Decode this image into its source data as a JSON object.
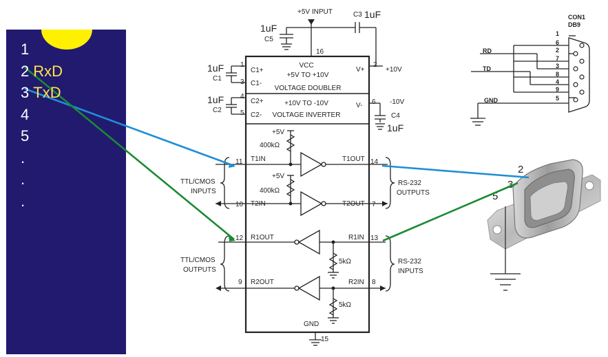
{
  "mcu_panel": {
    "pins": [
      {
        "num": "1",
        "signal": ""
      },
      {
        "num": "2",
        "signal": "RxD"
      },
      {
        "num": "3",
        "signal": "TxD"
      },
      {
        "num": "4",
        "signal": ""
      },
      {
        "num": "5",
        "signal": ""
      },
      {
        "num": ".",
        "signal": ""
      },
      {
        "num": ".",
        "signal": ""
      },
      {
        "num": ".",
        "signal": ""
      }
    ]
  },
  "ic": {
    "vcc_label": "VCC",
    "vcc_range": "+5V TO +10V",
    "doubler_label": "VOLTAGE DOUBLER",
    "inverter_range": "+10V TO -10V",
    "inverter_label": "VOLTAGE INVERTER",
    "gnd_label": "GND",
    "pins": {
      "p1": "1",
      "p2": "2",
      "p3": "3",
      "p4": "4",
      "p5": "5",
      "p6": "6",
      "p7": "7",
      "p8": "8",
      "p9": "9",
      "p10": "10",
      "p11": "11",
      "p12": "12",
      "p13": "13",
      "p14": "14",
      "p15": "15",
      "p16": "16"
    },
    "pin_names": {
      "c1p": "C1+",
      "c1m": "C1-",
      "c2p": "C2+",
      "c2m": "C2-",
      "vplus": "V+",
      "vminus": "V-",
      "t1in": "T1IN",
      "t2in": "T2IN",
      "t1out": "T1OUT",
      "t2out": "T2OUT",
      "r1out": "R1OUT",
      "r2out": "R2OUT",
      "r1in": "R1IN",
      "r2in": "R2IN"
    }
  },
  "power": {
    "input_label": "+5V INPUT",
    "v_plus_out": "+10V",
    "v_minus_out": "-10V",
    "pullup_1": "+5V",
    "pullup_2": "+5V",
    "pullup_r_1": "400kΩ",
    "pullup_r_2": "400kΩ",
    "pulldown_r_1": "5kΩ",
    "pulldown_r_2": "5kΩ"
  },
  "capacitors": {
    "c1": "C1",
    "c1_value": "1uF",
    "c2": "C2",
    "c2_value": "1uF",
    "c3": "C3",
    "c3_value": "1uF",
    "c4": "C4",
    "c4_value": "1uF",
    "c5": "C5",
    "c5_value": "1uF"
  },
  "side_labels": {
    "ttl_in_1": "TTL/CMOS",
    "ttl_in_2": "INPUTS",
    "ttl_out_1": "TTL/CMOS",
    "ttl_out_2": "OUTPUTS",
    "rs_out_1": "RS-232",
    "rs_out_2": "OUTPUTS",
    "rs_in_1": "RS-232",
    "rs_in_2": "INPUTS"
  },
  "db9": {
    "title_1": "CON1",
    "title_2": "DB9",
    "pins": [
      "1",
      "6",
      "2",
      "7",
      "3",
      "8",
      "4",
      "9",
      "5"
    ],
    "rd": "RD",
    "td": "TD",
    "gnd": "GND"
  },
  "connector_photo": {
    "pin2": "2",
    "pin3": "3",
    "pin5": "5"
  },
  "colors": {
    "panel": "#211a6e",
    "sun": "#fff000",
    "signal_text": "#ffe34a",
    "tx_wire": "#1f8fd6",
    "rx_wire": "#1a8a33"
  }
}
